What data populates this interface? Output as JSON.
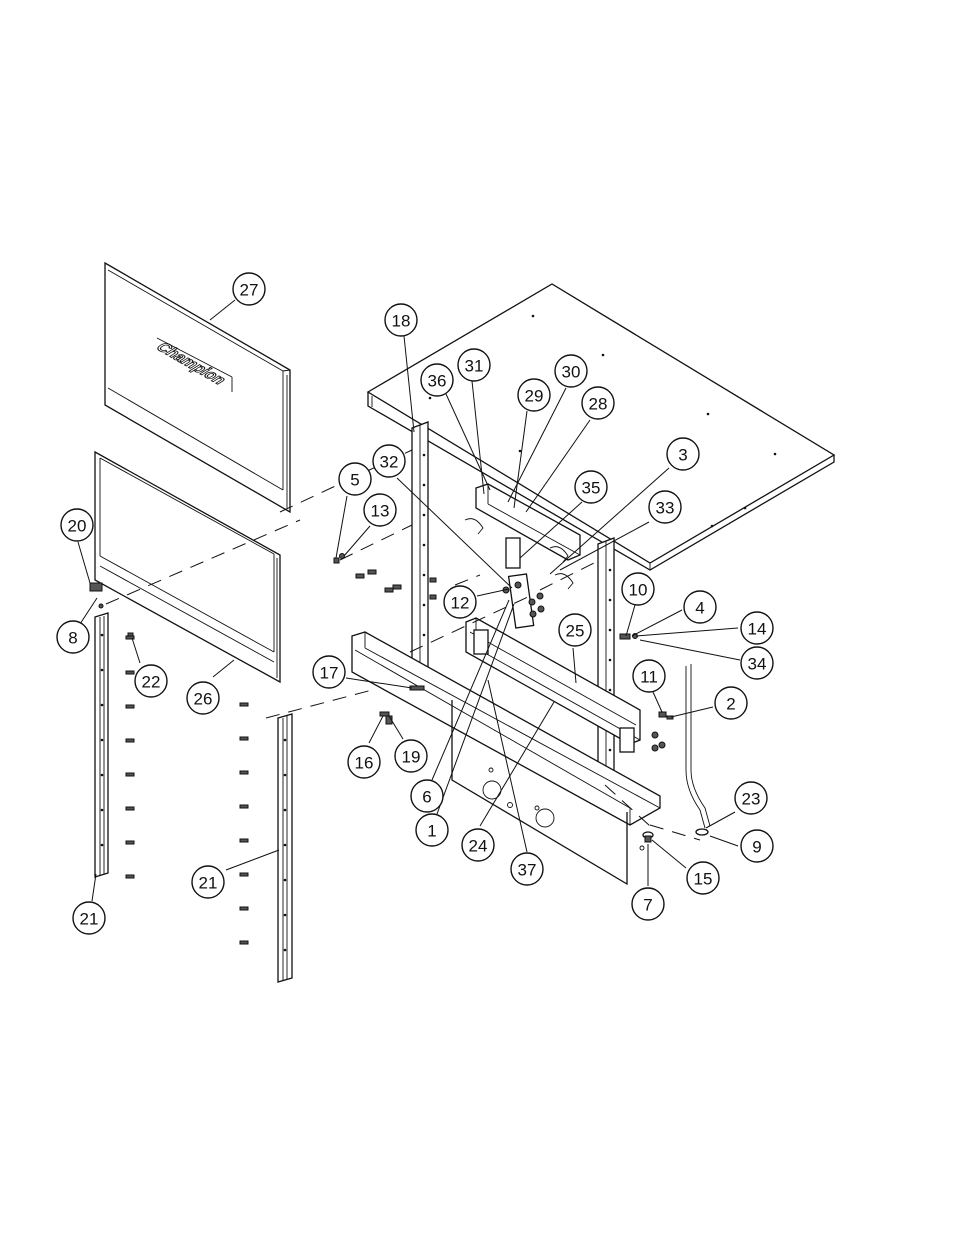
{
  "brand_text": "Champion",
  "callouts": [
    "27",
    "18",
    "31",
    "36",
    "30",
    "29",
    "28",
    "3",
    "32",
    "35",
    "33",
    "5",
    "13",
    "20",
    "12",
    "10",
    "4",
    "14",
    "25",
    "34",
    "8",
    "22",
    "26",
    "17",
    "11",
    "2",
    "16",
    "19",
    "6",
    "1",
    "24",
    "37",
    "23",
    "9",
    "15",
    "7",
    "21",
    "21"
  ]
}
